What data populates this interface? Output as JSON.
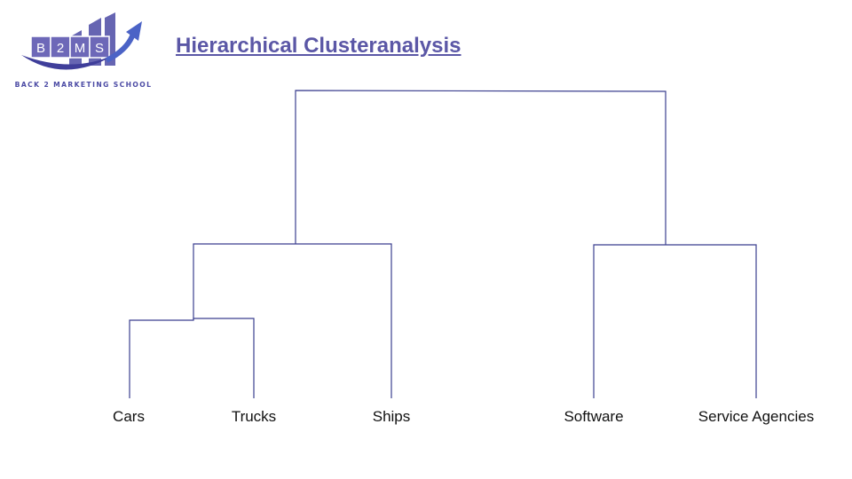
{
  "header": {
    "title": "Hierarchical Clusteranalysis"
  },
  "logo": {
    "letters": [
      "B",
      "2",
      "M",
      "S"
    ],
    "caption": "BACK 2 MARKETING SCHOOL",
    "colors": {
      "box": "#6d68b8",
      "bars": "#4b4aa4",
      "swoosh": "#3f3e9a",
      "arrow": "#4b63c6"
    }
  },
  "dendrogram": {
    "line_color": "#3b3f8f",
    "leaves": [
      "Cars",
      "Trucks",
      "Ships",
      "Software",
      "Service Agencies"
    ]
  }
}
